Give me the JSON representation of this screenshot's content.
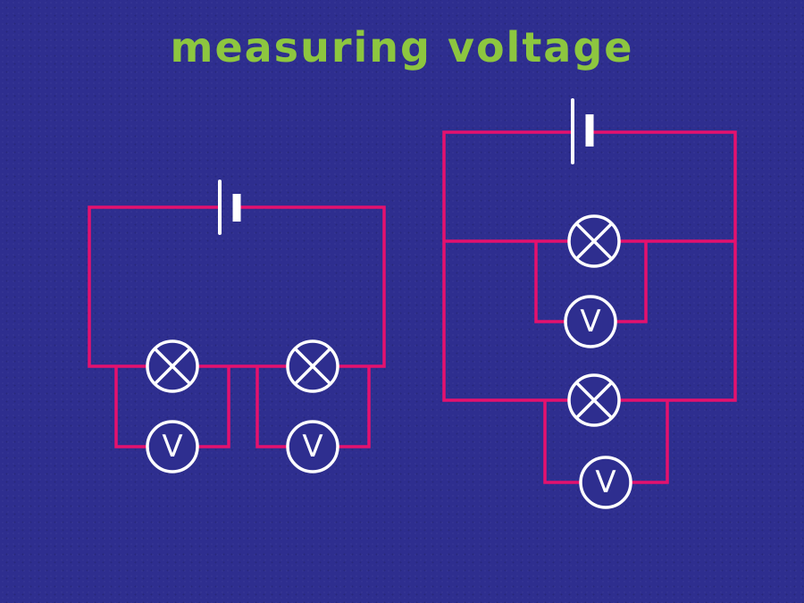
{
  "title": "measuring voltage",
  "colors": {
    "background": "#2e2e8f",
    "title_text": "#8dc63f",
    "wire": "#e5116e",
    "component": "#ffffff"
  },
  "icons": {
    "battery": "cell-plates (long thin + short thick line)",
    "lamp": "circle-with-diagonal-cross",
    "voltmeter": "circle-with-V"
  },
  "circuits": {
    "series": {
      "voltmeter_labels": [
        "V",
        "V"
      ]
    },
    "parallel": {
      "voltmeter_labels": [
        "V",
        "V"
      ]
    }
  }
}
